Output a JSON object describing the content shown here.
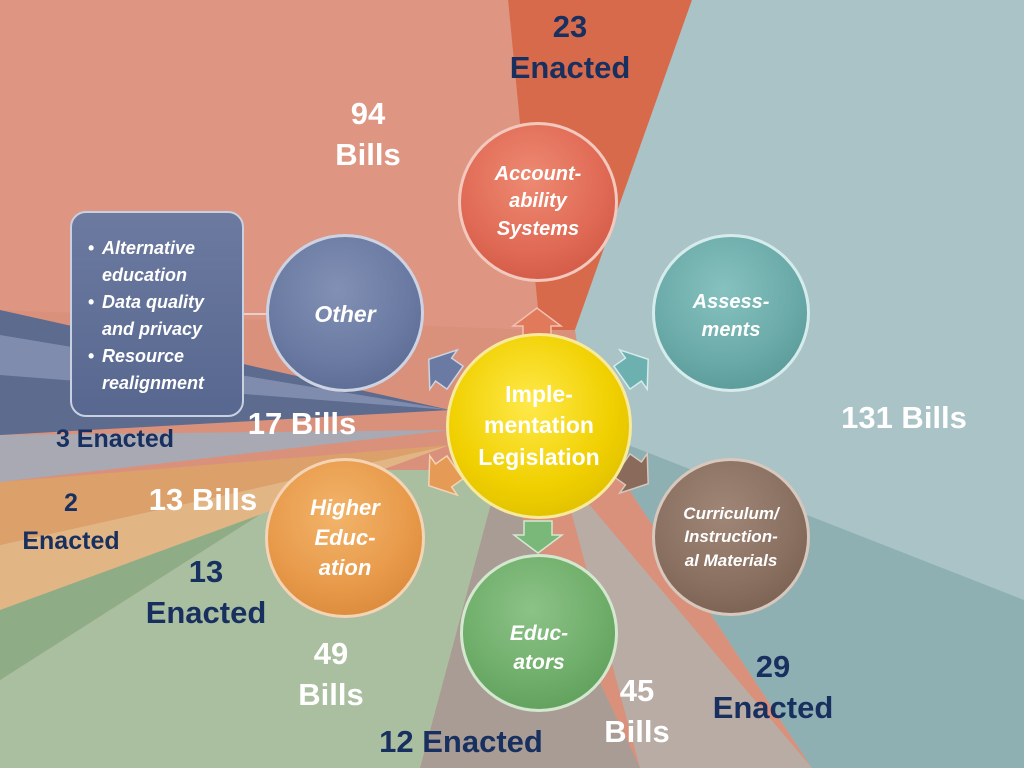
{
  "center": {
    "lines": [
      "Imple-",
      "mentation",
      "Legislation"
    ]
  },
  "nodes": {
    "accountability": {
      "lines": [
        "Account-",
        "ability",
        "Systems"
      ]
    },
    "assessments": {
      "lines": [
        "Assess-",
        "ments"
      ]
    },
    "curriculum": {
      "lines": [
        "Curriculum/",
        "Instruction-",
        "al Materials"
      ]
    },
    "educators": {
      "lines": [
        "Educ-",
        "ators"
      ]
    },
    "higher_education": {
      "lines": [
        "Higher",
        "Educ-",
        "ation"
      ]
    },
    "other": {
      "lines": [
        "Other"
      ]
    }
  },
  "other_details": [
    "Alternative education",
    "Data quality and privacy",
    "Resource realignment"
  ],
  "stats": {
    "other_bills": "94\nBills",
    "accountability_enacted": "23\nEnacted",
    "assessments_bills": "131 Bills",
    "curriculum_enacted": "29\nEnacted",
    "educators_bills": "45\nBills",
    "educators_enacted": "12 Enacted",
    "higher_ed_bills": "49\nBills",
    "higher_ed_enacted": "13\nEnacted",
    "bills_17": "17 Bills",
    "enacted_3": "3 Enacted",
    "bills_13": "13 Bills",
    "enacted_2": "2\nEnacted"
  },
  "colors": {
    "accountability": "#e06a55",
    "assessments": "#6aaaa8",
    "curriculum": "#8a7060",
    "educators": "#6fae6a",
    "higher_education": "#e89a4a",
    "other": "#6a7aa2",
    "center": "#f0d000"
  }
}
